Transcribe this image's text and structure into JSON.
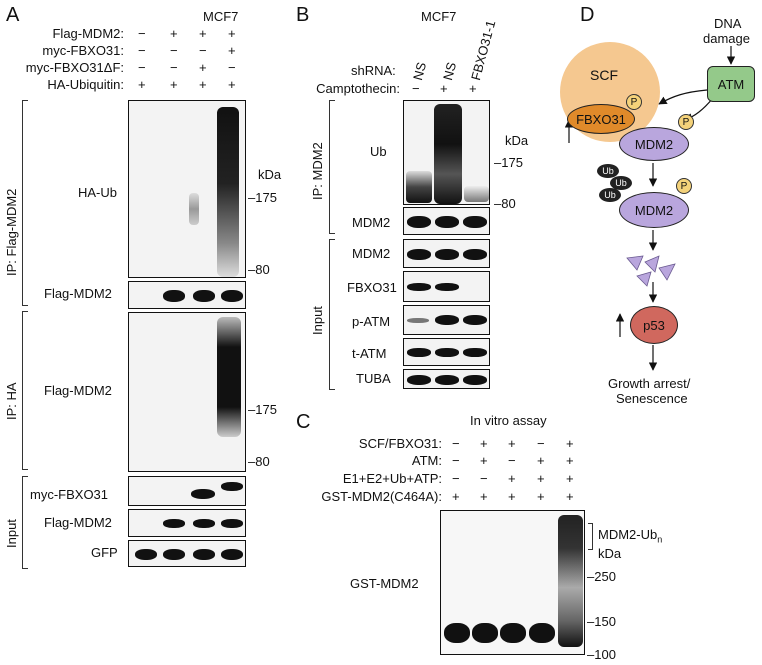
{
  "panels": {
    "A": "A",
    "B": "B",
    "C": "C",
    "D": "D"
  },
  "a": {
    "cell_line": "MCF7",
    "rows": [
      {
        "label": "Flag-MDM2:",
        "signs": [
          "−",
          "+",
          "+",
          "+"
        ]
      },
      {
        "label": "myc-FBXO31:",
        "signs": [
          "−",
          "−",
          "−",
          "+"
        ]
      },
      {
        "label": "myc-FBXO31ΔF:",
        "signs": [
          "−",
          "−",
          "+",
          "−"
        ]
      },
      {
        "label": "HA-Ubiquitin:",
        "signs": [
          "+",
          "+",
          "+",
          "+"
        ]
      }
    ],
    "ip_flag": "IP: Flag-MDM2",
    "ip_ha": "IP: HA",
    "input": "Input",
    "blots": {
      "ha_ub": "HA-Ub",
      "flag_mdm2_ip": "Flag-MDM2",
      "flag_mdm2_ha": "Flag-MDM2",
      "myc_fbxo31": "myc-FBXO31",
      "flag_mdm2_input": "Flag-MDM2",
      "gfp": "GFP"
    },
    "kda": "kDa",
    "markers": {
      "m175a": "–175",
      "m80a": "–80",
      "m175b": "–175",
      "m80b": "–80"
    }
  },
  "b": {
    "cell_line": "MCF7",
    "shrna_label": "shRNA:",
    "lanes": [
      "NS",
      "NS",
      "FBXO31-1"
    ],
    "campto_label": "Camptothecin:",
    "campto_signs": [
      "−",
      "+",
      "+"
    ],
    "ip": "IP: MDM2",
    "input": "Input",
    "blots": {
      "ub": "Ub",
      "mdm2_ip": "MDM2",
      "mdm2_in": "MDM2",
      "fbxo31": "FBXO31",
      "patm": "p-ATM",
      "tatm": "t-ATM",
      "tuba": "TUBA"
    },
    "kda": "kDa",
    "markers": {
      "m175": "–175",
      "m80": "–80"
    }
  },
  "c": {
    "title": "In vitro assay",
    "rows": [
      {
        "label": "SCF/FBXO31:",
        "signs": [
          "−",
          "+",
          "+",
          "−",
          "+"
        ]
      },
      {
        "label": "ATM:",
        "signs": [
          "−",
          "+",
          "−",
          "+",
          "+"
        ]
      },
      {
        "label": "E1+E2+Ub+ATP:",
        "signs": [
          "−",
          "−",
          "+",
          "+",
          "+"
        ]
      },
      {
        "label": "GST-MDM2(C464A):",
        "signs": [
          "+",
          "+",
          "+",
          "+",
          "+"
        ]
      }
    ],
    "blot_label": "GST-MDM2",
    "mdm2_ubn": "MDM2-Ub",
    "sub_n": "n",
    "kda": "kDa",
    "markers": {
      "m250": "–250",
      "m150": "–150",
      "m100": "–100"
    }
  },
  "d": {
    "dna": "DNA",
    "damage": "damage",
    "atm": "ATM",
    "scf": "SCF",
    "fbxo31": "FBXO31",
    "mdm2_top": "MDM2",
    "mdm2_bottom": "MDM2",
    "ub": "Ub",
    "p": "P",
    "p53": "p53",
    "outcome1": "Growth arrest/",
    "outcome2": "Senescence",
    "colors": {
      "scf": "#f5c890",
      "fbxo31": "#e08a2a",
      "atm": "#94c98a",
      "mdm2": "#b9a6dd",
      "p53": "#d0685e",
      "phos": "#f4d27a"
    }
  }
}
